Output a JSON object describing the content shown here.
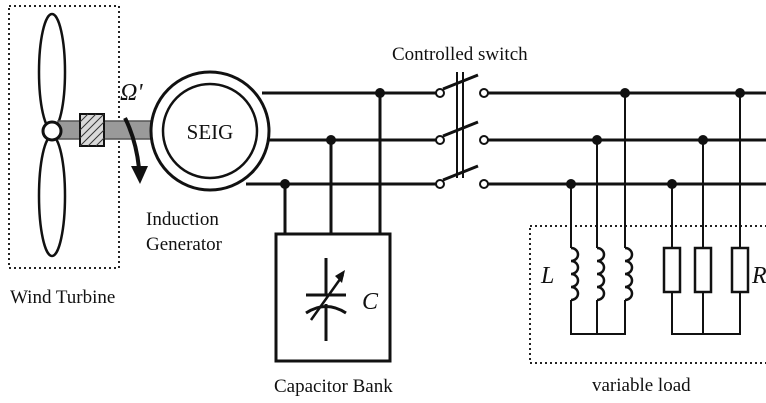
{
  "labels": {
    "controlled_switch": "Controlled switch",
    "seig": "SEIG",
    "omega": "Ω'",
    "induction_line1": "Induction",
    "induction_line2": "Generator",
    "wind_turbine": "Wind Turbine",
    "capacitor_symbol": "C",
    "capacitor_bank": "Capacitor Bank",
    "inductor_symbol": "L",
    "resistor_symbol": "R",
    "variable_load": "variable load"
  }
}
